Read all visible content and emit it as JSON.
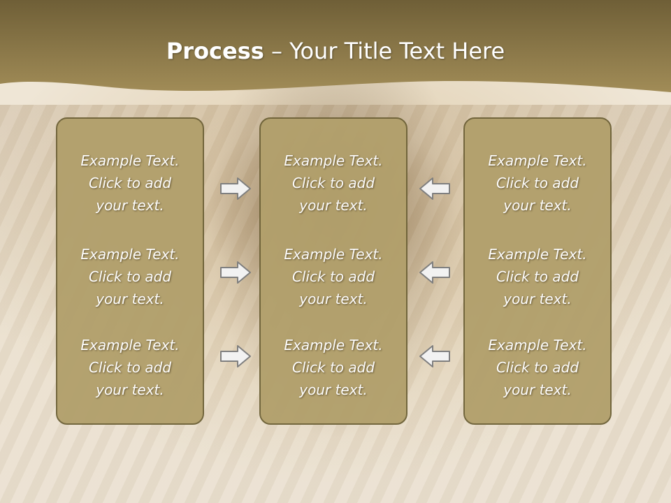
{
  "title": {
    "bold": "Process",
    "rest": " – Your Title Text Here"
  },
  "panels": [
    {
      "items": [
        {
          "l1": "Example Text.",
          "l2": "Click  to add",
          "l3": "your text."
        },
        {
          "l1": "Example Text.",
          "l2": "Click  to add",
          "l3": "your text."
        },
        {
          "l1": "Example Text.",
          "l2": "Click  to add",
          "l3": "your text."
        }
      ]
    },
    {
      "items": [
        {
          "l1": "Example Text.",
          "l2": "Click  to add",
          "l3": "your text."
        },
        {
          "l1": "Example Text.",
          "l2": "Click  to add",
          "l3": "your text."
        },
        {
          "l1": "Example Text.",
          "l2": "Click  to add",
          "l3": "your text."
        }
      ]
    },
    {
      "items": [
        {
          "l1": "Example Text.",
          "l2": "Click  to add",
          "l3": "your text."
        },
        {
          "l1": "Example Text.",
          "l2": "Click  to add",
          "l3": "your text."
        },
        {
          "l1": "Example Text.",
          "l2": "Click  to add",
          "l3": "your text."
        }
      ]
    }
  ],
  "colors": {
    "banner": "#8f7a48",
    "panel_fill": "#b2a06c",
    "panel_border": "#6e6238",
    "arrow_fill": "#f2f2f2",
    "arrow_stroke": "#7f7f7f"
  },
  "icons": {
    "left_arrows": "arrow-right-icon",
    "right_arrows": "arrow-left-icon"
  }
}
